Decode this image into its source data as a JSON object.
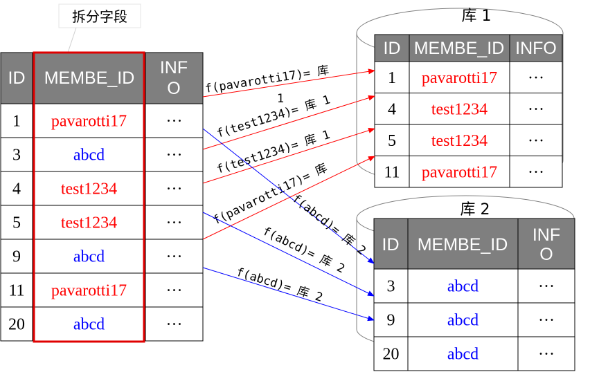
{
  "colors": {
    "header_bg": "#7f7f7f",
    "red": "#ff0000",
    "blue": "#0000ff",
    "highlight": "#e00000"
  },
  "callout": {
    "text": "拆分字段"
  },
  "source_table": {
    "headers": [
      "ID",
      "MEMBE_ID",
      "INF",
      "O"
    ],
    "rows": [
      {
        "id": "1",
        "member": "pavarotti17",
        "info": "···",
        "color": "red"
      },
      {
        "id": "3",
        "member": "abcd",
        "info": "···",
        "color": "blue"
      },
      {
        "id": "4",
        "member": "test1234",
        "info": "···",
        "color": "red"
      },
      {
        "id": "5",
        "member": "test1234",
        "info": "···",
        "color": "red"
      },
      {
        "id": "9",
        "member": "abcd",
        "info": "···",
        "color": "blue"
      },
      {
        "id": "11",
        "member": "pavarotti17",
        "info": "···",
        "color": "red"
      },
      {
        "id": "20",
        "member": "abcd",
        "info": "···",
        "color": "blue"
      }
    ]
  },
  "db1": {
    "title": "库 1",
    "headers": [
      "ID",
      "MEMBE_ID",
      "INFO"
    ],
    "rows": [
      {
        "id": "1",
        "member": "pavarotti17",
        "info": "···",
        "color": "red"
      },
      {
        "id": "4",
        "member": "test1234",
        "info": "···",
        "color": "red"
      },
      {
        "id": "5",
        "member": "test1234",
        "info": "···",
        "color": "red"
      },
      {
        "id": "11",
        "member": "pavarotti17",
        "info": "···",
        "color": "red"
      }
    ]
  },
  "db2": {
    "title": "库 2",
    "headers": [
      "ID",
      "MEMBE_ID",
      "INF",
      "O"
    ],
    "rows": [
      {
        "id": "3",
        "member": "abcd",
        "info": "···",
        "color": "blue"
      },
      {
        "id": "9",
        "member": "abcd",
        "info": "···",
        "color": "blue"
      },
      {
        "id": "20",
        "member": "abcd",
        "info": "···",
        "color": "blue"
      }
    ]
  },
  "arrows": [
    {
      "label": "f(pavarotti17)= 库",
      "label2": "1",
      "color": "red"
    },
    {
      "label": "f(test1234)= 库 1",
      "color": "red"
    },
    {
      "label": "f(test1234)= 库 1",
      "color": "red"
    },
    {
      "label": "f(pavarotti17)= 库",
      "color": "red"
    },
    {
      "label": "f(abcd)= 库 2",
      "color": "blue"
    },
    {
      "label": "f(abcd)= 库 2",
      "color": "blue"
    },
    {
      "label": "f(abcd)= 库 2",
      "color": "blue"
    }
  ]
}
